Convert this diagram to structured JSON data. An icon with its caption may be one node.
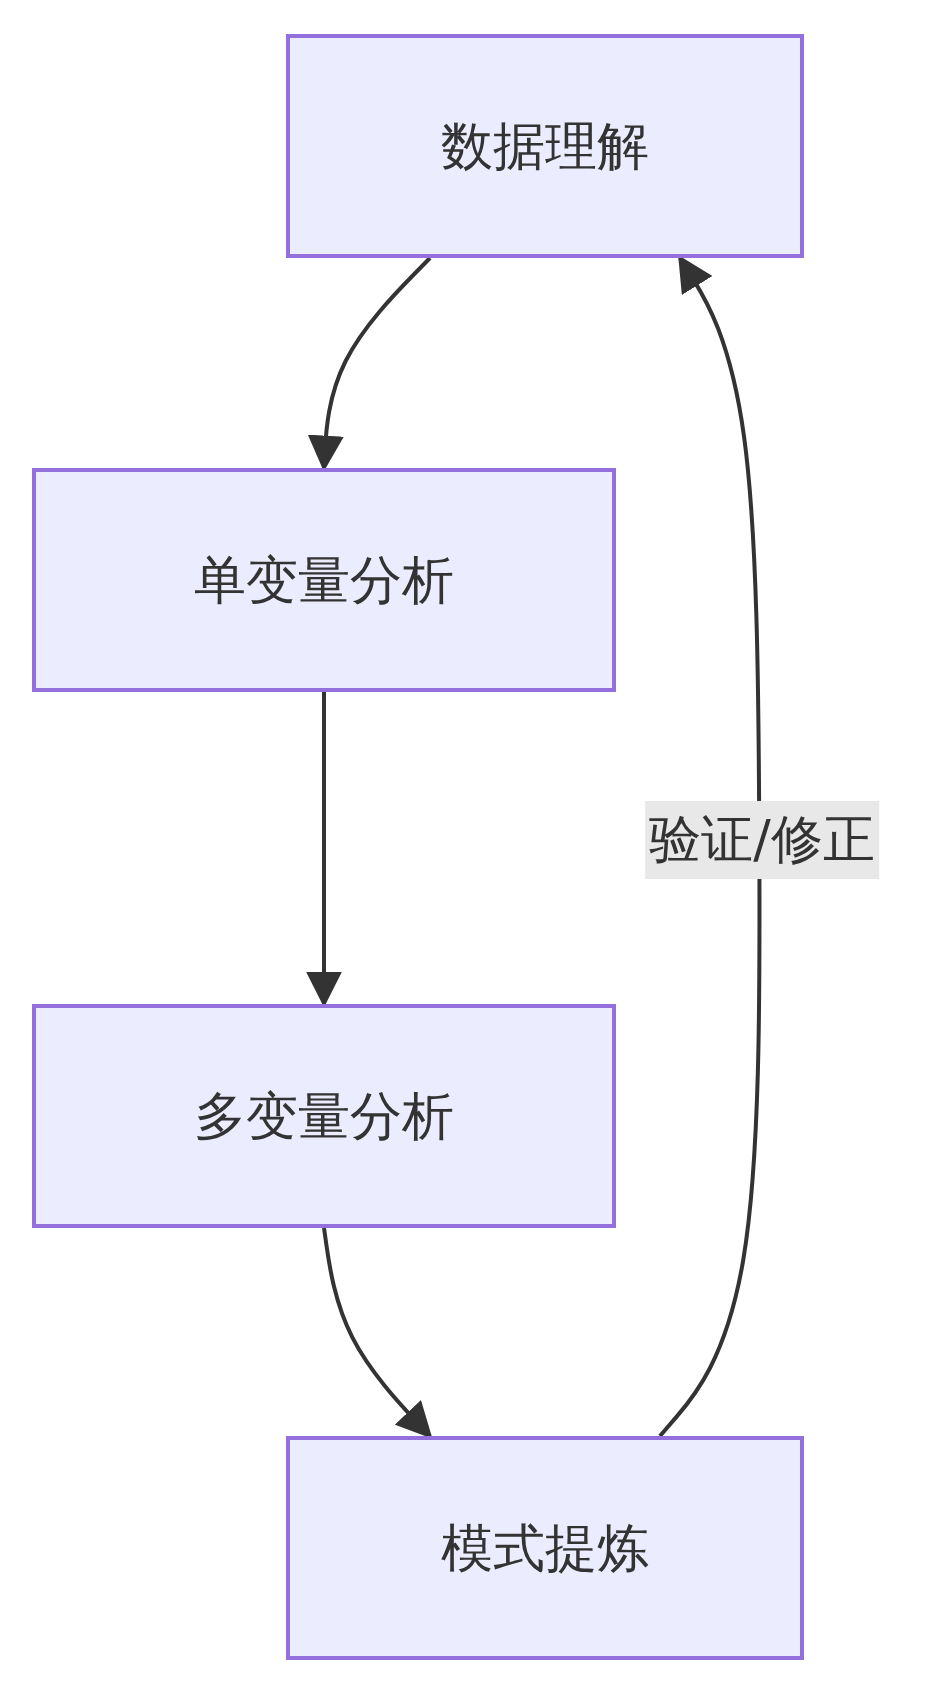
{
  "diagram": {
    "nodes": [
      {
        "text": [
          "数据理解"
        ]
      },
      {
        "text": [
          "单变量分析"
        ]
      },
      {
        "text": [
          "多变量分析"
        ]
      },
      {
        "text": [
          "模式提炼"
        ]
      }
    ],
    "edges": [
      {
        "from": 0,
        "to": 1,
        "arrow": "to"
      },
      {
        "from": 1,
        "to": 2,
        "arrow": "to"
      },
      {
        "from": 2,
        "to": 3,
        "arrow": "to"
      },
      {
        "from": 3,
        "to": 0,
        "label": "验证/修正",
        "arrow": "to"
      }
    ]
  }
}
